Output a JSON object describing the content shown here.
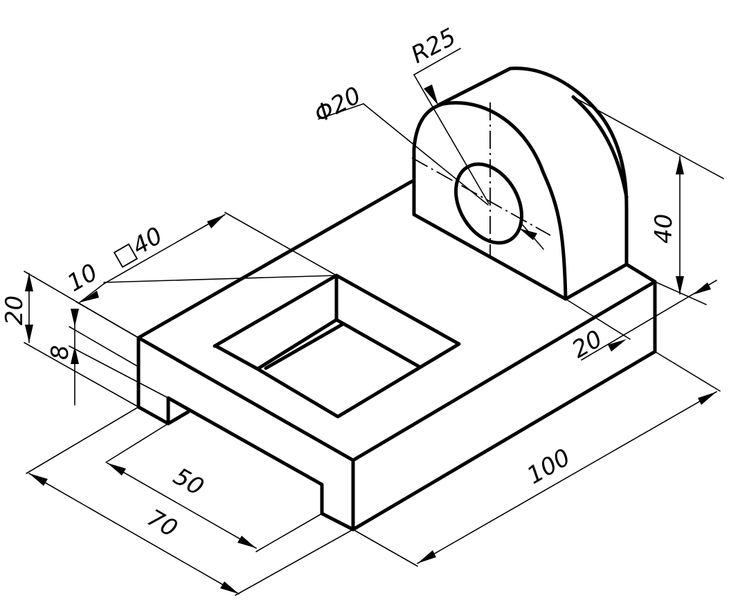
{
  "dimensions": {
    "diameter_hole": "Φ20",
    "radius_boss": "R25",
    "square_pocket": "□40",
    "pocket_offset": "10",
    "base_height": "20",
    "slot_depth": "8",
    "boss_height": "40",
    "boss_thickness": "20",
    "length": "100",
    "width": "70",
    "slot_width": "50"
  }
}
